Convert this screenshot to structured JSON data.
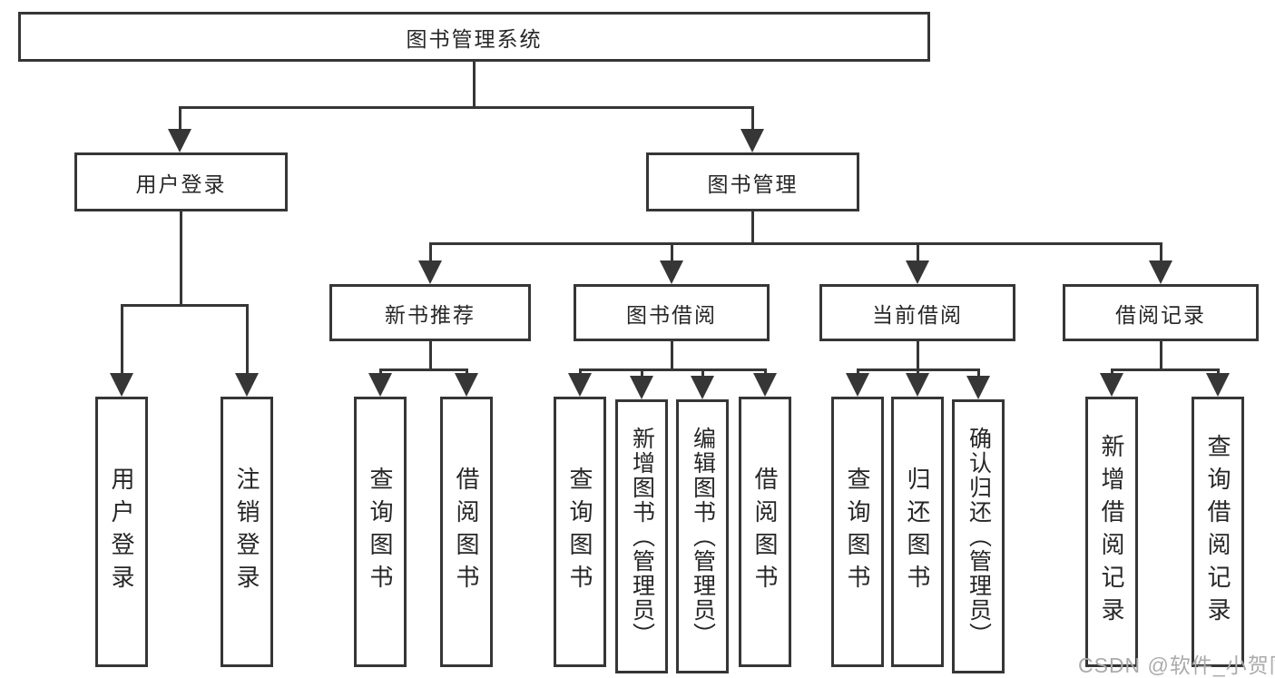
{
  "diagram": {
    "root": {
      "label": "图书管理系统"
    },
    "branches": {
      "user": {
        "label": "用户登录",
        "children": [
          {
            "label": "用户登录"
          },
          {
            "label": "注销登录"
          }
        ]
      },
      "books": {
        "label": "图书管理",
        "sections": [
          {
            "label": "新书推荐",
            "children": [
              {
                "label": "查询图书"
              },
              {
                "label": "借阅图书"
              }
            ]
          },
          {
            "label": "图书借阅",
            "children": [
              {
                "label": "查询图书"
              },
              {
                "label": "新增图书（管理员）"
              },
              {
                "label": "编辑图书（管理员）"
              },
              {
                "label": "借阅图书"
              }
            ]
          },
          {
            "label": "当前借阅",
            "children": [
              {
                "label": "查询图书"
              },
              {
                "label": "归还图书"
              },
              {
                "label": "确认归还（管理员）"
              }
            ]
          },
          {
            "label": "借阅记录",
            "children": [
              {
                "label": "新增借阅记录"
              },
              {
                "label": "查询借阅记录"
              }
            ]
          }
        ]
      }
    }
  },
  "watermark": {
    "text": "CSDN @软件_小贺同学"
  },
  "colors": {
    "line": "#363636",
    "text": "#262626",
    "node_background": "#ffffff",
    "watermark": "#ababab",
    "background": "#ffffff"
  }
}
